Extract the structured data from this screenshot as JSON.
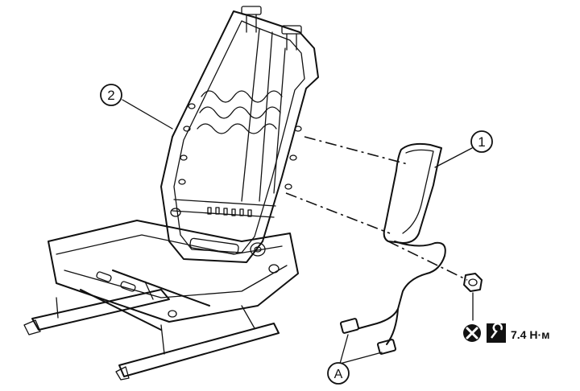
{
  "callouts": {
    "airbag_module": "1",
    "seat_frame": "2",
    "connectors": "A"
  },
  "torque": {
    "value": "7.4 Н·м"
  },
  "icons": {
    "do_not_reuse": "x-circle-icon",
    "torque_wrench": "torque-wrench-icon"
  }
}
